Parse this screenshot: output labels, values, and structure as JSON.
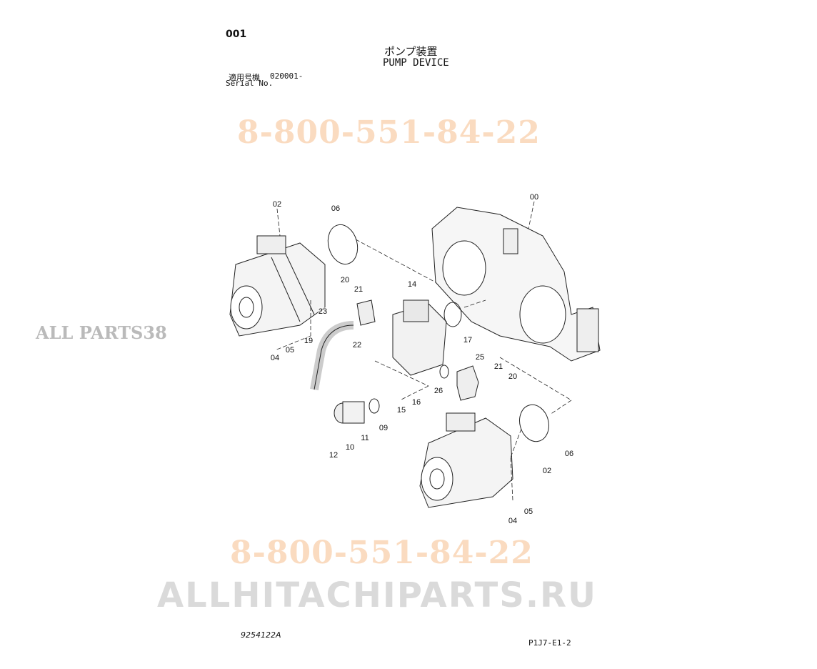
{
  "page_number": "001",
  "title_jp": "ポンプ装置",
  "title_en": "PUMP DEVICE",
  "serial_label_jp": "適用号機",
  "serial_value": "020001-",
  "serial_label_en": "Serial No.",
  "callouts": [
    "00",
    "02",
    "06",
    "20",
    "21",
    "14",
    "23",
    "17",
    "19",
    "22",
    "05",
    "04",
    "25",
    "21",
    "20",
    "26",
    "16",
    "15",
    "09",
    "11",
    "10",
    "12",
    "06",
    "02",
    "05",
    "04"
  ],
  "watermarks": {
    "phone": "8-800-551-84-22",
    "site": "ALLHITACHIPARTS.RU",
    "logo": "ALL PARTS38"
  },
  "drawing_code": "9254122A",
  "sheet_ref": "P1J7-E1-2"
}
